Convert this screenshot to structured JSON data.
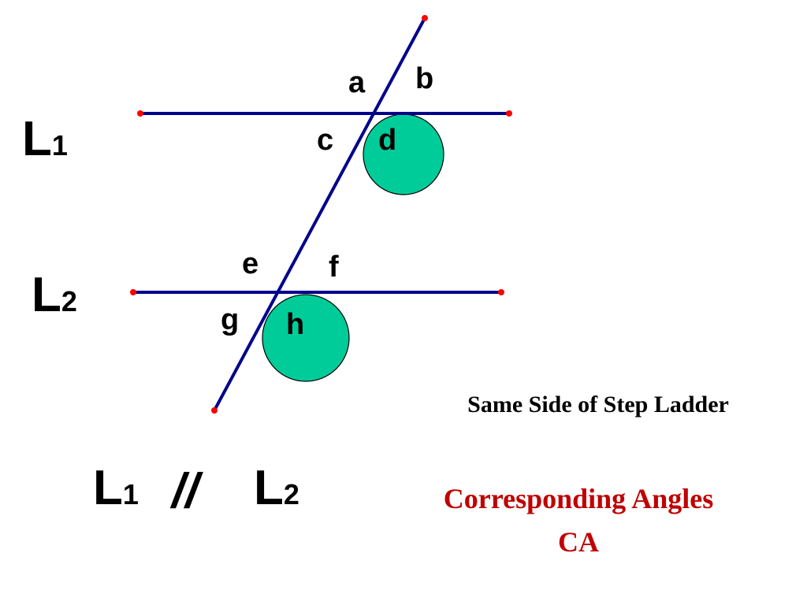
{
  "colors": {
    "line": "#00008b",
    "endpoint": "#ff0000",
    "highlight_fill": "#00cc99",
    "highlight_stroke": "#000000",
    "title": "#c00000",
    "text": "#000000"
  },
  "lines": {
    "l1": {
      "letter": "L",
      "subscript": "1"
    },
    "l2": {
      "letter": "L",
      "subscript": "2"
    }
  },
  "angles": {
    "a": "a",
    "b": "b",
    "c": "c",
    "d": "d",
    "e": "e",
    "f": "f",
    "g": "g",
    "h": "h"
  },
  "highlighted_angles": [
    "d",
    "h"
  ],
  "statement": {
    "left_letter": "L",
    "left_subscript": "1",
    "symbol": "//",
    "right_letter": "L",
    "right_subscript": "2"
  },
  "note": "Same Side of Step Ladder",
  "title": {
    "line1": "Corresponding Angles",
    "line2": "CA"
  }
}
